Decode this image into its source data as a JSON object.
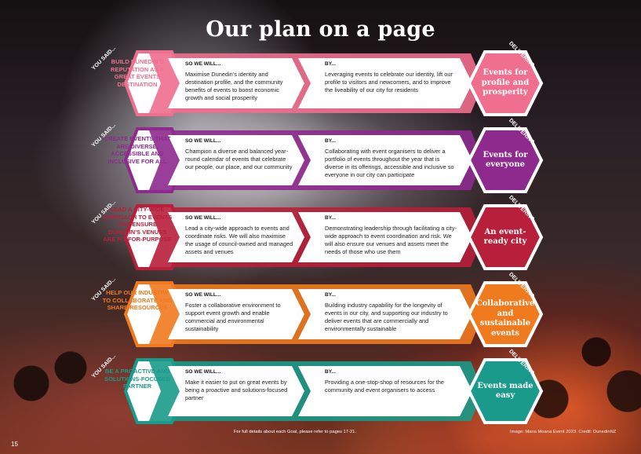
{
  "title": "Our plan on a page",
  "labels": {
    "you_said": "YOU SAID...",
    "so_we_will": "SO WE WILL...",
    "by": "BY...",
    "delivering": "DELIVERING..."
  },
  "rows": [
    {
      "color": "#f06e8e",
      "you_said": "BUILD DUNEDIN'S REPUTATION AS A GREAT EVENTS DESTINATION",
      "so_we_will": "Maximise Dunedin's identity and destination profile, and the community benefits of events to boost economic growth and social prosperity",
      "by": "Leveraging events to celebrate our identity, lift our profile to visitors and newcomers, and to improve the liveability of our city for residents",
      "delivering": "Events for profile and prosperity"
    },
    {
      "color": "#8e2a8e",
      "you_said": "CREATE EVENTS THAT ARE DIVERSE, ACCESSIBLE AND INCLUSIVE FOR ALL",
      "so_we_will": "Champion a diverse and balanced year-round calendar of events that celebrate our people, our place, and our community",
      "by": "Collaborating with event organisers to deliver a portfolio of events throughout the year that is diverse in its offerings, accessible and inclusive so everyone in our city can participate",
      "delivering": "Events for everyone"
    },
    {
      "color": "#b81f3a",
      "you_said": "LEAD A CITY-WIDE APPROACH TO EVENTS AND ENSURE DUNEDIN'S VENUES ARE FIT-FOR-PURPOSE",
      "so_we_will": "Lead a city-wide approach to events and coordinate risks. We will also maximise the usage of council-owned and managed assets and venues",
      "by": "Demonstrating leadership through facilitating a city-wide approach to event coordination and risk. We will also ensure our venues and assets meet the needs of those who use them",
      "delivering": "An event-ready city"
    },
    {
      "color": "#f07a1e",
      "you_said": "HELP OUR INDUSTRY TO COLLABORATE AND SHARE RESOURCES",
      "so_we_will": "Foster a collaborative environment to support event growth and enable commercial and environmental sustainability",
      "by": "Building industry capability for the longevity of events in our city, and supporting our industry to deliver events that are commercially and environmentally sustainable",
      "delivering": "Collaborative and sustainable events"
    },
    {
      "color": "#1a9a8a",
      "you_said": "BE A PROACTIVE AND SOLUTIONS-FOCUSED PARTNER",
      "so_we_will": "Make it easier to put on great events by being a proactive and solutions-focused partner",
      "by": "Providing a one-stop-shop of resources for the community and event organisers to access",
      "delivering": "Events made easy"
    }
  ],
  "footer_note": "For full details about each Goal, please refer to pages 17-21.",
  "credit": "Image: Mana Moana Event 2023. Credit: DunedinNZ",
  "page_number": "15"
}
